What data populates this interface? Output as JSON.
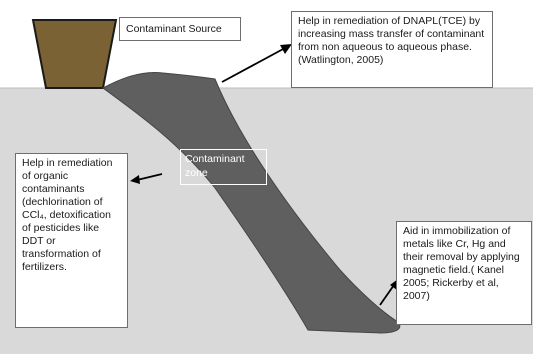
{
  "colors": {
    "ground": "#d9d9d9",
    "plume": "#5f5f5f",
    "source": "#7a6234",
    "box_border": "#6e6e6e",
    "arrow": "#000000"
  },
  "labels": {
    "source": "Contaminant Source",
    "zone": "Contaminant zone",
    "top_right": "Help in remediation of DNAPL(TCE) by increasing mass transfer of contaminant from non aqueous to aqueous phase. (Watlington, 2005)",
    "left_box": "Help in remediation of organic contaminants (dechlorination of CCl₄, detoxification of pesticides like DDT or transformation of fertilizers.",
    "bottom_right": "Aid in immobilization of metals like Cr, Hg and their removal by applying magnetic field.( Kanel 2005; Rickerby et al, 2007)"
  }
}
